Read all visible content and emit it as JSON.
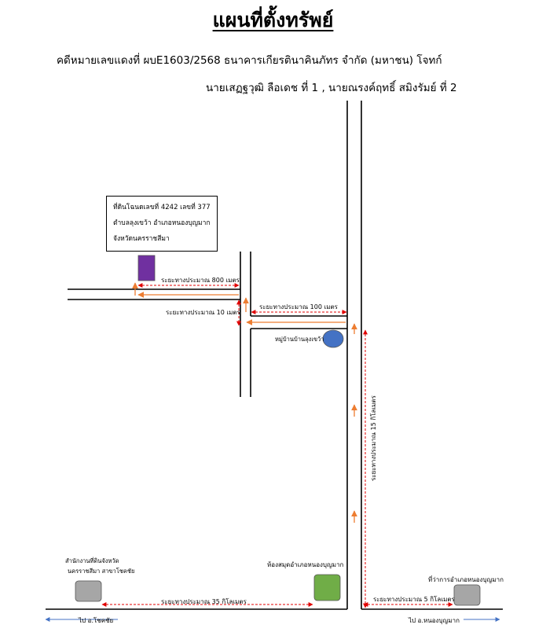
{
  "header": {
    "title": "แผนที่ตั้งทรัพย์",
    "case_line": "คดีหมายเลขแดงที่ ผบE1603/2568   ธนาคารเกียรตินาคินภัทร จำกัด (มหาชน)  โจทก์",
    "defendant_line": "นายเสฏฐวุฒิ  ลือเดช ที่ 1 , นายณรงค์ฤทธิ์ สมิงรัมย์ ที่ 2"
  },
  "property_box": {
    "line1": "ที่ดินโฉนดเลขที่  4242 เลขที่ 377",
    "line2": "ตำบลลุงเขว้า อำเภอหนองบุญมาก",
    "line3": "จังหวัดนครราชสีมา"
  },
  "distances": {
    "d800": "ระยะทางประมาณ 800 เมตร",
    "d10": "ระยะทางประมาณ 10 เมตร",
    "d100": "ระยะทางประมาณ 100 เมตร",
    "d15km": "ระยะทางประมาณ 15 กิโลเมตร",
    "d35km": "ระยะทางประมาณ 35 กิโลเมตร",
    "d5km": "ระยะทางประมาณ 5 กิโลเมตร"
  },
  "landmarks": {
    "village": "หมู่บ้านบ้านลุงเขว้า",
    "land_office_line1": "สำนักงานที่ดินจังหวัด",
    "land_office_line2": "นครราชสีมา สาขาโชคชัย",
    "library": "ห้องสมุดอำเภอหนองบุญมาก",
    "district_office": "ที่ว่าการอำเภอหนองบุญมาก"
  },
  "directions": {
    "left": "ไป อ.โชคชัย",
    "right": "ไป อ.หนองบุญมาก"
  },
  "colors": {
    "property": "#7030a0",
    "village": "#4472c4",
    "library": "#70ad47",
    "gray_building": "#a6a6a6",
    "route_arrow": "#ed7d31",
    "distance_marker": "#e00000",
    "direction_arrow": "#4472c4"
  }
}
